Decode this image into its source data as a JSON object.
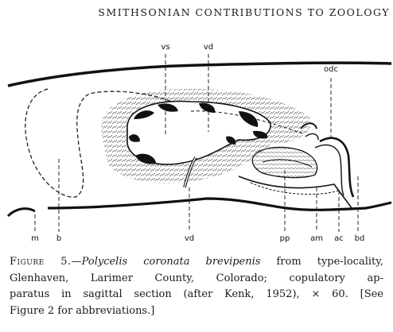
{
  "header": {
    "running_title": "SMITHSONIAN CONTRIBUTIONS TO ZOOLOGY"
  },
  "figure": {
    "labels": {
      "vs": "vs",
      "vd_top": "vd",
      "odc": "odc",
      "m": "m",
      "b": "b",
      "vd_bottom": "vd",
      "pp": "pp",
      "am": "am",
      "ac": "ac",
      "bd": "bd"
    }
  },
  "caption": {
    "figure_label": "Figure 5.",
    "dash": "—",
    "species": "Polycelis coronata brevipenis",
    "line1_rest": "from type-locality,",
    "line2": "Glenhaven, Larimer County, Colorado; copulatory ap-",
    "line3": "paratus in sagittal section (after Kenk, 1952), × 60. [See",
    "line4": "Figure 2 for abbreviations.]"
  },
  "colors": {
    "ink": "#111111",
    "paper": "#ffffff"
  }
}
